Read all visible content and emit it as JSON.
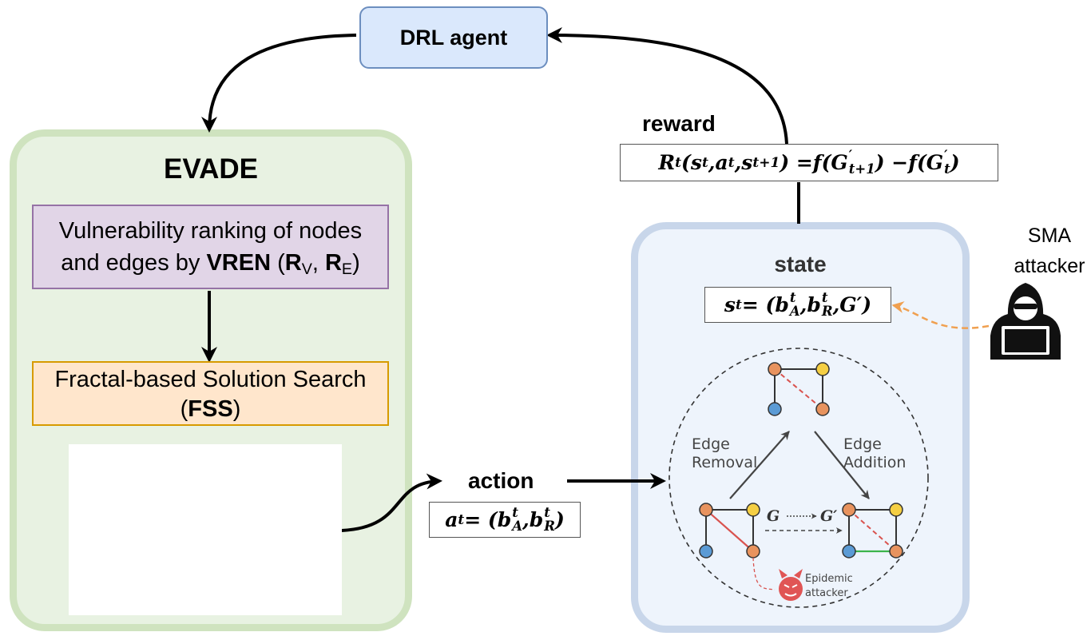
{
  "drl_agent": {
    "label": "DRL agent"
  },
  "evade": {
    "title": "EVADE",
    "vren": {
      "line1": "Vulnerability ranking of nodes",
      "pre": "and edges by ",
      "bold": "VREN",
      "mid": " (",
      "rv": "R",
      "rv_sub": "V",
      "sep": ", ",
      "re": "R",
      "re_sub": "E",
      "end": ")"
    },
    "fss": {
      "line1": "Fractal-based Solution Search",
      "open": "(",
      "bold": "FSS",
      "close": ")"
    }
  },
  "reward": {
    "label": "reward",
    "formula": {
      "R": "R",
      "t": "t",
      "open": "(",
      "s": "s",
      "a": "a",
      "t1": "t+1",
      "comma": ", ",
      "eq": ") = ",
      "f": "f",
      "G": "G",
      "prime": "′",
      "minus": ") − ",
      "close": ")"
    }
  },
  "state": {
    "title": "state",
    "formula": {
      "s": "s",
      "t": "t",
      "eq": " = (",
      "b": "b",
      "A": "A",
      "R": "R",
      "comma": ", ",
      "G": "G",
      "prime": "′",
      "close": ")"
    }
  },
  "action": {
    "label": "action",
    "formula": {
      "a": "a",
      "t": "t",
      "eq": " = (",
      "b": "b",
      "A": "A",
      "R": "R",
      "comma": ", ",
      "close": ")"
    }
  },
  "sma_attacker": {
    "line1": "SMA",
    "line2": "attacker"
  },
  "graph": {
    "edge_removal": {
      "line1": "Edge",
      "line2": "Removal"
    },
    "edge_addition": {
      "line1": "Edge",
      "line2": "Addition"
    },
    "G": "G",
    "G_prime": "G′",
    "epidemic": {
      "line1": "Epidemic",
      "line2": "attacker"
    }
  },
  "colors": {
    "drl_fill": "#dae8fc",
    "drl_border": "#6c8ebf",
    "evade_fill": "#e8f2e2",
    "evade_border": "#cfe3bf",
    "vren_fill": "#e1d5e7",
    "vren_border": "#9673a6",
    "fss_fill": "#ffe6cc",
    "fss_border": "#d79b00",
    "state_fill": "#eef4fc",
    "state_border": "#c8d6ea",
    "node_yellow": "#fde68a",
    "node_blue": "#c6e2f5",
    "node_green": "#c2e3a3",
    "node_red": "#f8b4b0",
    "graph_orange": "#e8935e",
    "graph_yellow": "#f5cf43",
    "graph_blue": "#5b9bd5",
    "removed_edge": "#d9534f",
    "added_edge": "#3cb44b",
    "sma_arrow": "#f0a050"
  },
  "icons": {
    "hacker": "hooded-hacker-laptop-icon",
    "devil": "devil-face-icon"
  }
}
